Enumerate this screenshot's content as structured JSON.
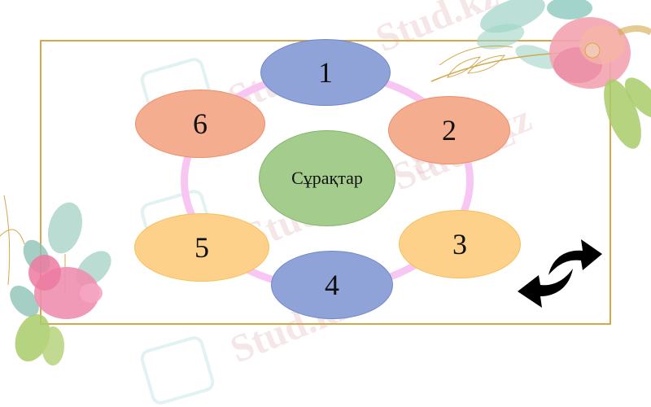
{
  "slide": {
    "background": "#ffffff",
    "frame_color": "#d4a84a",
    "ring_color": "#f7c6f2"
  },
  "diagram": {
    "center": {
      "label": "Сұрақтар",
      "color": "#a4cc8c",
      "border": "#86b56b"
    },
    "nodes": [
      {
        "label": "1",
        "color": "#8fa3d9",
        "border": "#6f88c9"
      },
      {
        "label": "2",
        "color": "#f4ad8f",
        "border": "#ec8e6a"
      },
      {
        "label": "3",
        "color": "#fed18a",
        "border": "#f5bf5a"
      },
      {
        "label": "4",
        "color": "#8fa3d9",
        "border": "#6f88c9"
      },
      {
        "label": "5",
        "color": "#fed18a",
        "border": "#f5bf5a"
      },
      {
        "label": "6",
        "color": "#f4ad8f",
        "border": "#ec8e6a"
      }
    ]
  },
  "navigation": {
    "icon": "swap-arrows-icon"
  },
  "watermarks": [
    {
      "text": "Stud.kz - Stud.kz"
    },
    {
      "text": "Stud.kz"
    },
    {
      "text": "Stud.kz - Stud.kz"
    },
    {
      "text": "Stud.kz"
    }
  ],
  "decorations": {
    "top_right": "pink-watercolor-flower-with-leaves",
    "bottom_left": "pink-watercolor-flower-with-leaves"
  }
}
